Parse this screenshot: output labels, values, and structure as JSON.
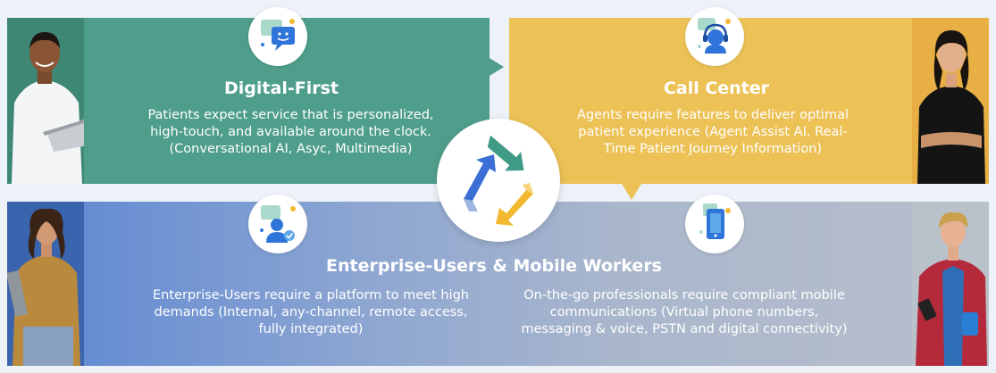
{
  "digital_first": {
    "title": "Digital-First",
    "lines": [
      "Patients expect service that is personalized,",
      "high-touch, and available around the clock.",
      "(Conversational AI, Asyc, Multimedia)"
    ]
  },
  "call_center": {
    "title": "Call Center",
    "lines": [
      "Agents require features to deliver optimal",
      "patient experience (Agent Assist AI, Real-",
      "Time Patient Journey Information)"
    ]
  },
  "enterprise": {
    "title": "Enterprise-Users & Mobile Workers",
    "left_lines": [
      "Enterprise-Users require a platform to meet high",
      "demands (Internal, any-channel, remote access,",
      "fully integrated)"
    ],
    "right_lines": [
      "On-the-go professionals require compliant mobile",
      "communications (Virtual phone numbers,",
      "messaging & voice, PSTN and digital connectivity)"
    ]
  },
  "icons": {
    "digital_first": "chat-bubble-icon",
    "call_center": "headset-agent-icon",
    "enterprise_left": "user-chat-icon",
    "enterprise_right": "mobile-phone-icon",
    "center": "recycle-arrows-logo"
  },
  "colors": {
    "digital_first": "#4f9e8c",
    "call_center": "#ecc257",
    "enterprise_start": "#5b86d3",
    "enterprise_end": "#b7bfcb",
    "background": "#edf1f8"
  }
}
